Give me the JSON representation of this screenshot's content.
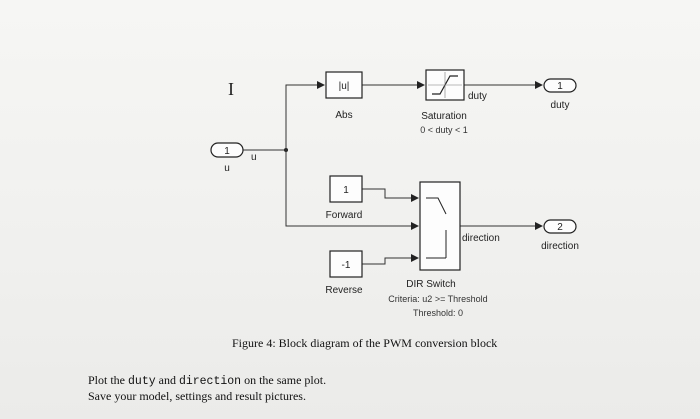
{
  "diagram": {
    "inport": {
      "number": "1",
      "name": "u",
      "signal": "u"
    },
    "abs": {
      "icon": "|u|",
      "name": "Abs"
    },
    "saturation": {
      "name": "Saturation",
      "param": "0 < duty < 1",
      "signal": "duty"
    },
    "out_duty": {
      "number": "1",
      "name": "duty"
    },
    "forward": {
      "value": "1",
      "name": "Forward"
    },
    "reverse": {
      "value": "-1",
      "name": "Reverse"
    },
    "switch": {
      "name": "DIR Switch",
      "criteria": "Criteria: u2 >= Threshold",
      "threshold": "Threshold: 0",
      "signal": "direction"
    },
    "out_direction": {
      "number": "2",
      "name": "direction"
    }
  },
  "caption": "Figure 4: Block diagram of the PWM conversion block",
  "instructions": {
    "line1_pre": "Plot the ",
    "duty": "duty",
    "line1_mid": " and ",
    "direction": "direction",
    "line1_post": " on the same plot.",
    "line2": "Save your model, settings and result pictures."
  }
}
